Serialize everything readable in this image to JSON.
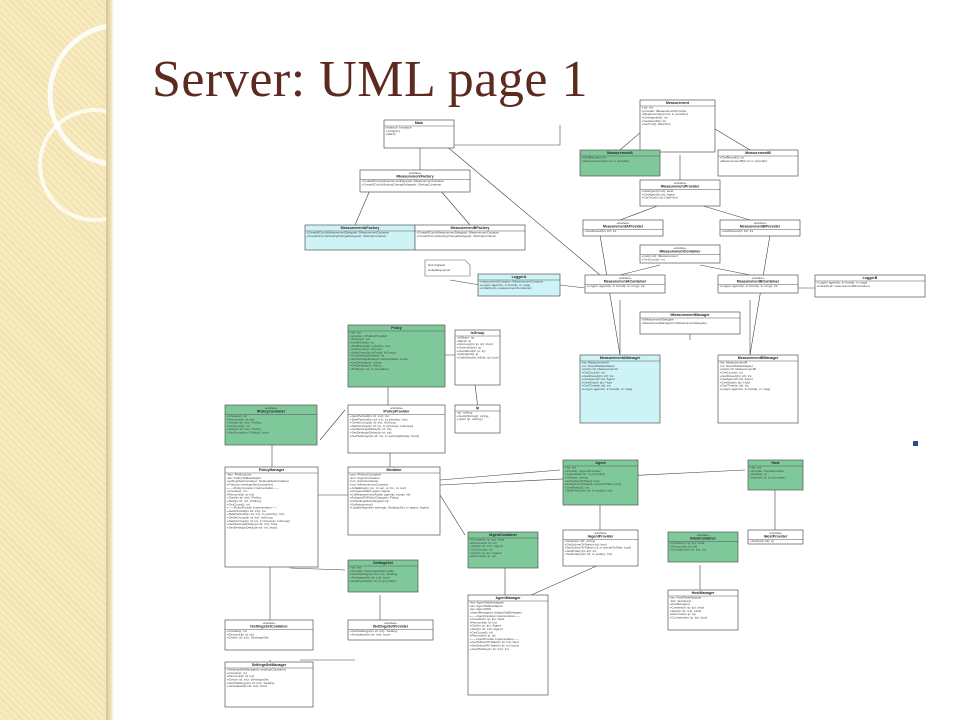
{
  "slide": {
    "title": "Server: UML page 1"
  },
  "colors": {
    "green": "#7fc89a",
    "cyan": "#cdf3f6",
    "white": "#ffffff",
    "title": "#5c2a1e",
    "accent": "#2a4a8c"
  },
  "note": [
    "bind singleset",
    "embedding server"
  ],
  "classes": [
    {
      "id": "Main",
      "name": "Main",
      "color": "white",
      "members": [
        "instance: Instance",
        "+Init(ptr)",
        "+Main()"
      ]
    },
    {
      "id": "MFactory",
      "name": "IMeasurementFactory",
      "stereo": "«interface»",
      "color": "white",
      "members": [
        "+CreateMCon(IsMeasurementDelegate): IMeasurementContainer",
        "+CreateSCon(IsSettingChangeDelegate): ISettingContainer"
      ]
    },
    {
      "id": "MAFactory",
      "name": "MeasurementAFactory",
      "color": "cyan",
      "members": [
        "+CreateMCon(IsMeasurementDelegate): IMeasurementContainer",
        "+CreateSCon(IsSettingChangeDelegate): ISettingContainer"
      ]
    },
    {
      "id": "MBFactory",
      "name": "MeasurementBFactory",
      "color": "white",
      "members": [
        "+CreateMCon(IsMeasurementDelegate): IMeasurementContainer",
        "+CreateSCon(IsSettingChangeDelegate): ISettingContainer"
      ]
    },
    {
      "id": "LoggerA",
      "name": "LoggerA",
      "color": "cyan",
      "members": [
        "-measurementContainer: IMeasurementContainer",
        "+Log(in agentIp, in hostIp, in msg)",
        "+Initialize(in measurementContainer)"
      ]
    },
    {
      "id": "Measurement",
      "name": "Measurement",
      "color": "white",
      "members": [
        "+id: int",
        "+provider: IMeasurementProvider",
        "+Measurement(in id, in provider)",
        "+GetAgentId(): int",
        "+GetHostId(): int",
        "+GetTime(): DateTime"
      ]
    },
    {
      "id": "MeasurementA",
      "name": "MeasurementA",
      "color": "green",
      "members": [
        "+GetResult(): int",
        "+MeasurementA(in id, in provider)"
      ]
    },
    {
      "id": "MeasurementB",
      "name": "MeasurementB",
      "color": "white",
      "members": [
        "+GetResult(): int",
        "+MeasurementB(in id, in provider)"
      ]
    },
    {
      "id": "IMProvider",
      "name": "IMeasurementProvider",
      "stereo": "«interface»",
      "color": "white",
      "members": [
        "+GetAgent(in id): Host",
        "+GetAgent(in id): Agent",
        "+GetTime(in id): DateTime"
      ]
    },
    {
      "id": "MAProvider",
      "name": "MeasurementAProvider",
      "stereo": "«interface»",
      "color": "white",
      "members": [
        "+GetResult(in id): int"
      ]
    },
    {
      "id": "MBProvider",
      "name": "MeasurementBProvider",
      "stereo": "«interface»",
      "color": "white",
      "members": [
        "+GetResult(in id): int"
      ]
    },
    {
      "id": "IMContainer",
      "name": "IMeasurementContainer",
      "stereo": "«interface»",
      "color": "white",
      "members": [
        "+Get(in id): IMeasurement",
        "+GetCount(): int"
      ]
    },
    {
      "id": "MAContainer",
      "name": "MeasurementAContainer",
      "stereo": "«interface»",
      "color": "white",
      "members": [
        "+Log(in agentIp, in hostIp, in msg): int"
      ]
    },
    {
      "id": "MBContainer",
      "name": "MeasurementBContainer",
      "stereo": "«interface»",
      "color": "white",
      "members": [
        "+Log(in agentIp, in hostIp, in msg): int"
      ]
    },
    {
      "id": "LoggerB",
      "name": "LoggerB",
      "color": "white",
      "members": [
        "+Log(in agentIp, in hostIp, in msg)",
        "+Initialize(in measurementBContainer)"
      ]
    },
    {
      "id": "IMManager",
      "name": "IMeasurementManager",
      "color": "white",
      "members": [
        "-IsMeasurementDelegate",
        "+MeasurementManager(in IsMeasurementDelegate)"
      ]
    },
    {
      "id": "MAManager",
      "name": "MeasurementAManager",
      "color": "cyan",
      "members": [
        "-list: MeasurementA",
        "-ms: ResultTableAdapter",
        "+Get(in id): MeasurementA",
        "+GetCount(): int",
        "+GetResult(in id): int",
        "+GetAgent(in id): Agent",
        "+GetHost(in id): Host",
        "+GetTime(in id): int",
        "+Log(in agentIp, in hostIp, in msg)"
      ]
    },
    {
      "id": "MBManager",
      "name": "MeasurementBManager",
      "color": "white",
      "members": [
        "-list: MeasurementB",
        "-ms: ResultTableAdapter",
        "+Get(in id): MeasurementB",
        "+GetCount(): int",
        "+GetResult(in id): int",
        "+GetAgent(in id): Agent",
        "+GetHost(in id): Host",
        "+GetTime(in id): int",
        "+Log(in agentIp, in hostIp, in msg)"
      ]
    },
    {
      "id": "Policy",
      "name": "Policy",
      "color": "green",
      "members": [
        "+id: int",
        "-provider: IPolicyProvider",
        "+Policy(): int",
        "+GetPeriod(): int",
        "+SetPeriod(in priority: int)",
        "+GetIsGroup(): IsGroup",
        "+SetIsGroup(in IsGroup: IsGroup)",
        "+GetSettingsDelay(): int",
        "+SetSettingsDelay(in settingDelay: bool)",
        "+GetSettings(): string",
        "+GetSettings(): Policy",
        "+Policy(in id, in provider)"
      ]
    },
    {
      "id": "IsGroup",
      "name": "IsGroup",
      "color": "white",
      "members": [
        "-isStart: ip",
        "-isEnd: ip",
        "+IsGroup(in ip: ip): bool",
        "+GetIsStart(): ip",
        "+GetIsEnd(in ip: ip)",
        "+SetIsEnd(): ip",
        "+GetIsStart(in isEnd: ip): bool"
      ]
    },
    {
      "id": "Ip",
      "name": "Ip",
      "color": "white",
      "members": [
        "-ip: string",
        "+GetIpString(): string",
        "+Ip(in ip: string)"
      ]
    },
    {
      "id": "IPolicyContainer",
      "name": "IPolicyContainer",
      "stereo": "«interface»",
      "color": "green",
      "members": [
        "+Create(): int",
        "+Remove(in id: int)",
        "+Get(in id: int): Policy",
        "+GetCount(): int",
        "+Get(in id: int): Policy",
        "+Set(in policy: Policy): bool"
      ]
    },
    {
      "id": "IPolicyProvider",
      "name": "IPolicyProvider",
      "stereo": "«interface»",
      "color": "white",
      "members": [
        "+GetPeriod(in id: int): int",
        "+SetPeriod(in id: int, in priority: int)",
        "+GetIsGroup(in id: int): IsGroup",
        "+SetIsGroup(in id: int, in IsGroup: IsGroup)",
        "+GetSettingsDelay(in id: int)",
        "+SetSettingsDelay(in id: int)",
        "+GetSettings(in id: int, in settingsDelay: bool)"
      ]
    },
    {
      "id": "PolicyManager",
      "name": "PolicyManager",
      "color": "white",
      "members": [
        "-list: PolicyList",
        "-tas: PolicyTableAdapter",
        "-settingsSetContainer: SettingsSetContainer",
        "+Policy(in settingsSetContainer)",
        "+——IPolicyContainer implementation——",
        "+Create(): int",
        "+Remove(in id: int)",
        "+Get(in id: int): Policy",
        "+Set(in id: int, Policy)",
        "+GetCount(): int",
        "+——IPolicyProvider implementation——",
        "+GetPeriod(in id: int): int",
        "+SetPeriod(in id: int, in priority: int)",
        "+GetIsGroup(in id: int): IsGroup",
        "+SetIsGroup(in id: int, in IsGroup: IsGroup)",
        "+GetSettingsDelay(in id: int): bool",
        "+SetSettingsDelay(in id: int, bool)"
      ]
    },
    {
      "id": "Mediator",
      "name": "Mediator",
      "color": "white",
      "members": [
        "-pcs: IPolicyContainer",
        "-acs: IAgentContainer",
        "-hcs: IHostContainer",
        "-mcs: IMeasurementContainer",
        "+Initialize(in pc, in ac, in hc, in mc)",
        "+OnAgentAdd(in agent: Agent)",
        "+OnMeasurementAdd(in agentIp, hostIp: int)",
        "+AssignedToPolicyChange(in Policy)",
        "+OnSettingsSetChange(in id)",
        "+OnMeasurement()",
        "+UpdateAgent(in settings: SettingsSet, in agent: Agent)"
      ]
    },
    {
      "id": "Agent",
      "name": "Agent",
      "color": "green",
      "members": [
        "+Id: int",
        "-provider: IAgentProvider",
        "+AgentId(in id, in provider)",
        "+GetIp(): string",
        "+GetSubnetToTake(): bool",
        "+SetSubnetToTake(in subnetToTake: bool)",
        "+GetPolicy(): int",
        "+SetPolicy(in id, in policy: int)"
      ]
    },
    {
      "id": "IAgentProvider",
      "name": "IAgentProvider",
      "stereo": "«interface»",
      "color": "white",
      "members": [
        "+GetIp(in id): string",
        "+GetSubnetToTake(in id): bool",
        "+SetSubnetToTake(in id, in subnetToTake: bool)",
        "+GetPolicy(in id): int",
        "+SetPolicy(in id, in policy: int)"
      ]
    },
    {
      "id": "IAgentContainer",
      "name": "IAgentContainer",
      "color": "green",
      "members": [
        "+Create(in ip: ip): bool",
        "+Remove(in id: int)",
        "+Get(in id: int): Agent",
        "+GetCount(): int",
        "+Get(in ip: ip): Agent",
        "+Remove(in ip: ip)"
      ]
    },
    {
      "id": "AgentManager",
      "name": "AgentManager",
      "color": "white",
      "members": [
        "-list: AgentTableAdapter",
        "-tas: AgentTableAdapter",
        "-list: AgentSSS",
        "+AgentManager(in IsAgentAddDelegate)",
        "+——IAgentContainer implementation——",
        "+Create(in ip: ip): bool",
        "+Remove(in id: int)",
        "+Get(in ip: ip): Agent",
        "+Get(in id: int): Agent",
        "+GetCount(): int",
        "+Remove(in ip: ip)",
        "+——IAgentProvider implementation——",
        "+GetSubnetToTake(in id: int): bool",
        "+SetSubnetToTake(in id: int, bool)",
        "+GetPolicy(in id: int): int"
      ]
    },
    {
      "id": "SettingsSet",
      "name": "SettingsSet",
      "color": "green",
      "members": [
        "+id: int",
        "-provider: ISettingsSetProvider",
        "+GetSettings(in id: int): Setting",
        "+Activated(in id: int): bool",
        "+SettingsSet(in id, in provider)"
      ]
    },
    {
      "id": "ISettingsSetContainer",
      "name": "ISettingsSetContainer",
      "stereo": "«interface»",
      "color": "white",
      "members": [
        "+Create(): int",
        "+Remove(in id: int)",
        "+Get(in id: int): SettingsSet"
      ]
    },
    {
      "id": "ISettingsSetProvider",
      "name": "ISettingsSetProvider",
      "stereo": "«interface»",
      "color": "white",
      "members": [
        "+GetSettings(in id: int): Setting",
        "+Activated(in id: int): bool"
      ]
    },
    {
      "id": "SettingsSetManager",
      "name": "SettingsSetManager",
      "color": "white",
      "members": [
        "+SettingsSetManager(in settingsContainer)",
        "+Create(): int",
        "+Remove(in id: int)",
        "+Get(in id: int): SettingsSet",
        "+GetSettings(in id: int): Setting",
        "+Activated(in id: int): bool"
      ]
    },
    {
      "id": "Host",
      "name": "Host",
      "color": "green",
      "members": [
        "+Id: int",
        "-provider: IHostProvider",
        "+GetIp(): ip",
        "+Host(in id, in provider)"
      ]
    },
    {
      "id": "IHostProvider",
      "name": "IHostProvider",
      "stereo": "«interface»",
      "color": "white",
      "members": [
        "+GetIp(in id): ip"
      ]
    },
    {
      "id": "IHostContainer",
      "name": "IHostContainer",
      "stereo": "«interface»",
      "color": "green",
      "members": [
        "+Create(in ip: ip): bool",
        "+Remove(in id: int)",
        "+Contains(in ip: ip): int"
      ]
    },
    {
      "id": "HostManager",
      "name": "HostManager",
      "color": "white",
      "members": [
        "-tas: HostTableAdapter",
        "-list: HostList",
        "+HostManager()",
        "+Create(in ip: ip): bool",
        "+Get(in id: int): Host",
        "+Remove(in ip: ip)",
        "+Contains(in ip: ip): bool"
      ]
    }
  ]
}
